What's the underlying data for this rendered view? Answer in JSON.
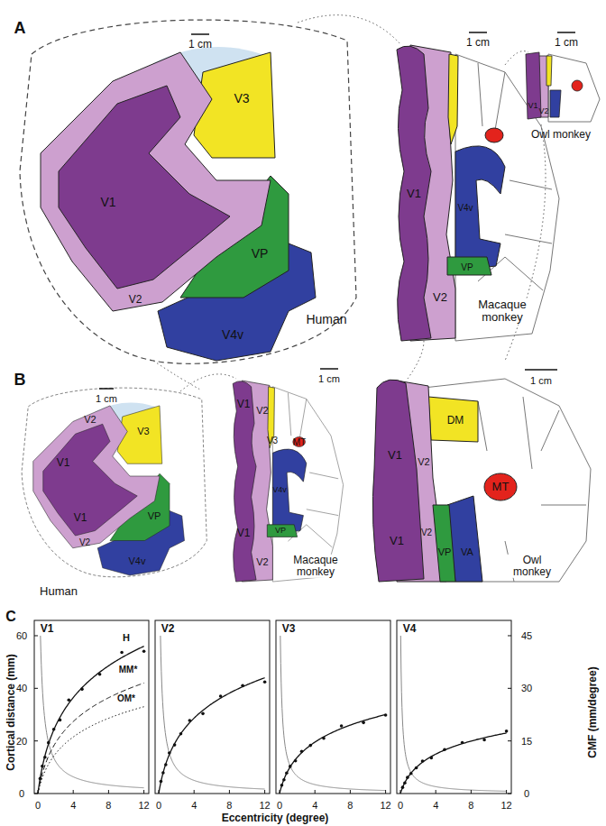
{
  "diagram": {
    "labels": [
      "A",
      "1 cm",
      "V1",
      "V2",
      "V3",
      "VP",
      "V4v",
      "Human",
      "1 cm",
      "V1",
      "V2",
      "V4v",
      "VP",
      "Macaque monkey",
      "1 cm",
      "V1",
      "V2",
      "Owl monkey",
      "B",
      "1 cm",
      "V1",
      "V2",
      "V3",
      "V1",
      "V2",
      "VP",
      "V4v",
      "Human",
      "1 cm",
      "V1",
      "V2",
      "V3",
      "MT",
      "V1",
      "V4v",
      "V2",
      "VP",
      "Macaque monkey",
      "1 cm",
      "DM",
      "V1",
      "V2",
      "MT",
      "V1",
      "V2",
      "VP",
      "VA",
      "Owl monkey",
      "C",
      "Cortical distance (mm)",
      "CMF (mm/degree)",
      "Eccentricity (degree)",
      "V1",
      "V2",
      "V3",
      "V4",
      "H",
      "MM*",
      "OM*",
      "60",
      "40",
      "20",
      "0",
      "45",
      "30",
      "15",
      "0",
      "0",
      "4",
      "8",
      "12",
      "0",
      "4",
      "8",
      "12",
      "0",
      "4",
      "8",
      "12",
      "0",
      "4",
      "8",
      "12"
    ]
  }
}
